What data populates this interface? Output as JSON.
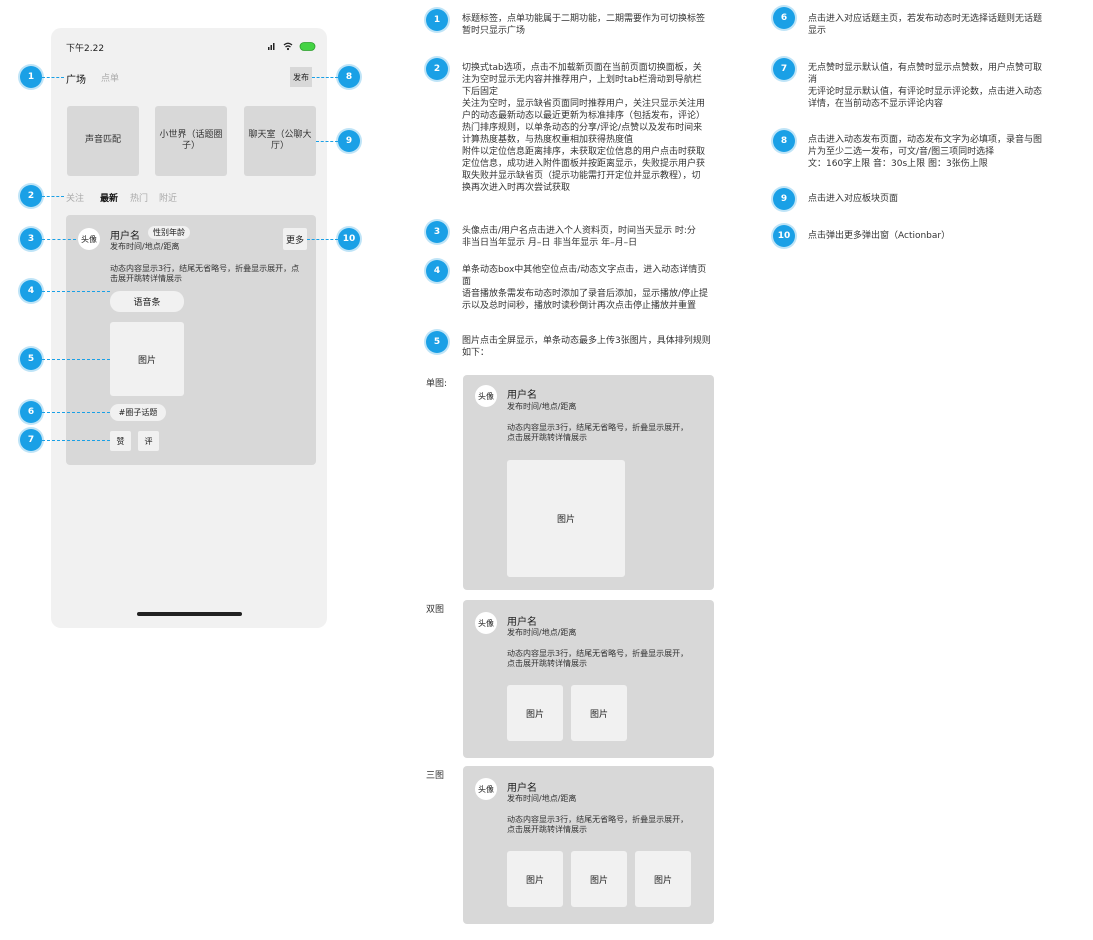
{
  "phone": {
    "status_time": "下午2.22",
    "tabs": {
      "main": "广场",
      "secondary": "点单"
    },
    "publish_label": "发布",
    "boards": [
      "声音匹配",
      "小世界（话题圈子）",
      "聊天室（公聊大厅）"
    ],
    "filters": [
      "关注",
      "最新",
      "热门",
      "附近"
    ],
    "post": {
      "avatar": "头像",
      "username": "用户名",
      "tag": "性别年龄",
      "meta": "发布时间/地点/距离",
      "more": "更多",
      "content": "动态内容显示3行，结尾无省略号，折叠显示展开，点击展开跳转详情展示",
      "voice_bar": "语音条",
      "image": "图片",
      "topic": "#圈子话题",
      "like": "赞",
      "comment": "评"
    }
  },
  "badges": [
    "1",
    "2",
    "3",
    "4",
    "5",
    "6",
    "7",
    "8",
    "9",
    "10"
  ],
  "notes": [
    "标题标签，点单功能属于二期功能，二期需要作为可切换标签\n暂时只显示广场",
    "切换式tab选项，点击不加载新页面在当前页面切换面板，关\n注为空时显示无内容并推荐用户，上划时tab栏滑动到导航栏\n下后固定\n关注为空时，显示缺省页面同时推荐用户，关注只显示关注用\n户的动态最新动态以最近更新为标准排序（包括发布，评论）\n热门排序规则，以单条动态的分享/评论/点赞以及发布时间来\n计算热度基数，与热度权重相加获得热度值\n附件以定位信息距离排序，未获取定位信息的用户点击时获取\n定位信息，成功进入附件面板并按距离显示，失败提示用户获\n取失败并显示缺省页（提示功能需打开定位并显示教程），切\n换再次进入时再次尝试获取",
    "头像点击/用户名点击进入个人资料页，时间当天显示 时:分\n非当日当年显示 月–日 非当年显示 年–月–日",
    "单条动态box中其他空位点击/动态文字点击，进入动态详情页\n面\n语音播放条需发布动态时添加了录音后添加，显示播放/停止提\n示以及总时间秒，播放时读秒倒计再次点击停止播放并重置",
    "图片点击全屏显示，单条动态最多上传3张图片，具体排列规则\n如下：",
    "点击进入对应话题主页，若发布动态时无选择话题则无话题\n显示",
    "无点赞时显示默认值，有点赞时显示点赞数，用户点赞可取\n消\n无评论时显示默认值，有评论时显示评论数，点击进入动态\n详情，在当前动态不显示评论内容",
    "点击进入动态发布页面，动态发布文字为必填项，录音与图\n片为至少二选一发布，可文/音/图三项同时选择\n文：160字上限   音：30s上限   图：3张伤上限",
    "点击进入对应板块页面",
    "点击弹出更多弹出窗（Actionbar）"
  ],
  "samples": [
    {
      "label": "单图:",
      "images": [
        "图片"
      ]
    },
    {
      "label": "双图",
      "images": [
        "图片",
        "图片"
      ]
    },
    {
      "label": "三图",
      "images": [
        "图片",
        "图片",
        "图片"
      ]
    }
  ],
  "sample_post": {
    "avatar": "头像",
    "username": "用户名",
    "meta": "发布时间/地点/距离",
    "content": "动态内容显示3行，结尾无省略号，折叠显示展开，点击展开跳转详情展示"
  },
  "colors": {
    "accent": "#1aa0e6",
    "card": "#d8d8d8",
    "phone_bg": "#f1f1f1"
  }
}
